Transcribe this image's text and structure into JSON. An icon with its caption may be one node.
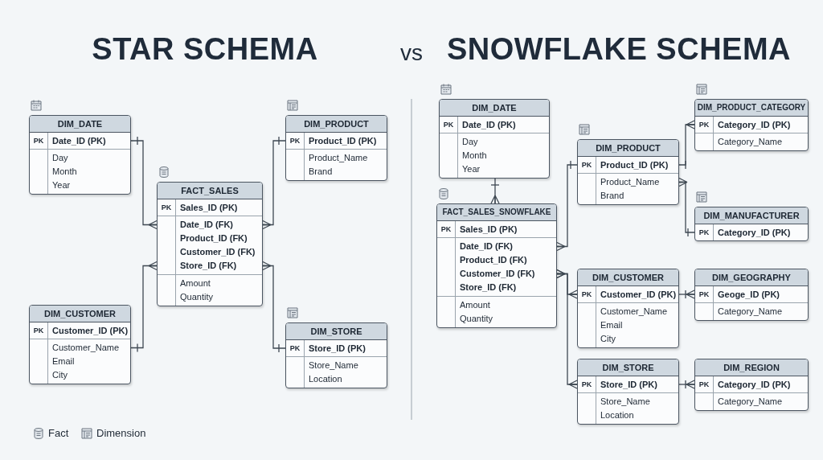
{
  "diagram": {
    "nodes": [
      {
        "text": [
          "DIM_DATE",
          "PK",
          "Date_ID (PK)",
          "Day",
          "Month",
          "Year"
        ]
      },
      {
        "text": [
          "DIM_PRODUCT",
          "PK",
          "Product_ID (PK)",
          "Product_Name",
          "Brand"
        ]
      },
      {
        "text": [
          "FACT_SALES",
          "PK",
          "Sales_ID (PK)",
          "Date_ID (FK)",
          "Product_ID (FK)",
          "Customer_ID (FK)",
          "Store_ID (FK)",
          "Amount",
          "Quantity"
        ]
      },
      {
        "text": [
          "DIM_CUSTOMER",
          "PK",
          "Customer_ID (PK)",
          "Customer_Name",
          "Email",
          "City"
        ]
      },
      {
        "text": [
          "DIM_STORE",
          "PK",
          "Store_ID (PK)",
          "Store_Name",
          "Location"
        ]
      },
      {
        "text": [
          "DIM_DATE",
          "PK",
          "Date_ID (PK)",
          "Day",
          "Month",
          "Year"
        ]
      },
      {
        "text": [
          "DIM_PRODUCT_CATEGORY",
          "PK",
          "Category_ID (PK)",
          "Category_Name"
        ]
      },
      {
        "text": [
          "DIM_PRODUCT",
          "PK",
          "Product_ID (PK)",
          "Product_Name",
          "Brand"
        ]
      },
      {
        "text": [
          "FACT_SALES_SNOWFLAKE",
          "PK",
          "Sales_ID (PK)",
          "Date_ID (FK)",
          "Product_ID (FK)",
          "Customer_ID (FK)",
          "Store_ID (FK)",
          "Amount",
          "Quantity"
        ]
      },
      {
        "text": [
          "DIM_MANUFACTURER",
          "PK",
          "Category_ID (PK)"
        ]
      },
      {
        "text": [
          "DIM_CUSTOMER",
          "PK",
          "Customer_ID (PK)",
          "Customer_Name",
          "Email",
          "City"
        ]
      },
      {
        "text": [
          "DIM_GEOGRAPHY",
          "PK",
          "Geoge_ID (PK)",
          "Category_Name"
        ]
      },
      {
        "text": [
          "DIM_STORE",
          "PK",
          "Store_ID (PK)",
          "Store_Name",
          "Location"
        ]
      },
      {
        "text": [
          "DIM_REGION",
          "PK",
          "Category_ID (PK)",
          "Category_Name"
        ]
      }
    ],
    "edges": [
      {
        "from": 0,
        "to": 2,
        "arrow": "other"
      },
      {
        "from": 1,
        "to": 2,
        "arrow": "other"
      },
      {
        "from": 3,
        "to": 2,
        "arrow": "other"
      },
      {
        "from": 4,
        "to": 2,
        "arrow": "other"
      },
      {
        "from": 5,
        "to": 8,
        "arrow": "other"
      },
      {
        "from": 7,
        "to": 8,
        "arrow": "other"
      },
      {
        "from": 7,
        "to": 6,
        "arrow": "other"
      },
      {
        "from": 9,
        "to": 7,
        "arrow": "other"
      },
      {
        "from": 8,
        "to": 10,
        "arrow": "other"
      },
      {
        "from": 8,
        "to": 12,
        "arrow": "other"
      },
      {
        "from": 10,
        "to": 11,
        "arrow": "other"
      },
      {
        "from": 12,
        "to": 13,
        "arrow": "other"
      }
    ],
    "labels": [
      "STAR SCHEMA",
      "vs",
      "SNOWFLAKE SCHEMA"
    ],
    "legend": [
      {
        "text": "Fact"
      },
      {
        "text": "Dimension"
      }
    ]
  }
}
